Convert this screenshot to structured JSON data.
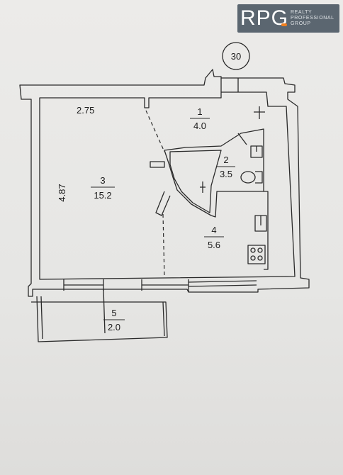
{
  "logo": {
    "mark": "RPG",
    "line1": "REALTY",
    "line2": "PROFESSIONAL",
    "line3": "GROUP",
    "accent": "#f07f1f",
    "background": "#5b6670"
  },
  "plan": {
    "unit_number": "30",
    "dimensions": {
      "width": "2.75",
      "height": "4.87"
    },
    "rooms": [
      {
        "number": "1",
        "area": "4.0"
      },
      {
        "number": "2",
        "area": "3.5"
      },
      {
        "number": "3",
        "area": "15.2"
      },
      {
        "number": "4",
        "area": "5.6"
      },
      {
        "number": "5",
        "area": "2.0"
      }
    ]
  }
}
